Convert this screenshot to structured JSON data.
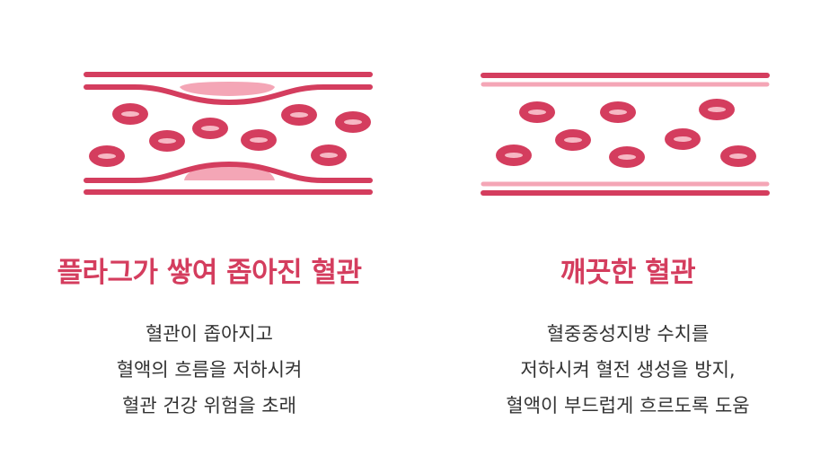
{
  "colors": {
    "primary": "#d43d5e",
    "plaque": "#f4a6b6",
    "cell_center": "#f6b8c4",
    "text": "#333333"
  },
  "left": {
    "title": "플라그가 쌓여 좁아진 혈관",
    "lines": [
      "혈관이 좁아지고",
      "혈액의 흐름을 저하시켜",
      "혈관 건강 위험을 초래"
    ]
  },
  "right": {
    "title": "깨끗한 혈관",
    "lines": [
      "혈중중성지방 수치를",
      "저하시켜 혈전 생성을 방지,",
      "혈액이 부드럽게 흐르도록 도움"
    ]
  }
}
